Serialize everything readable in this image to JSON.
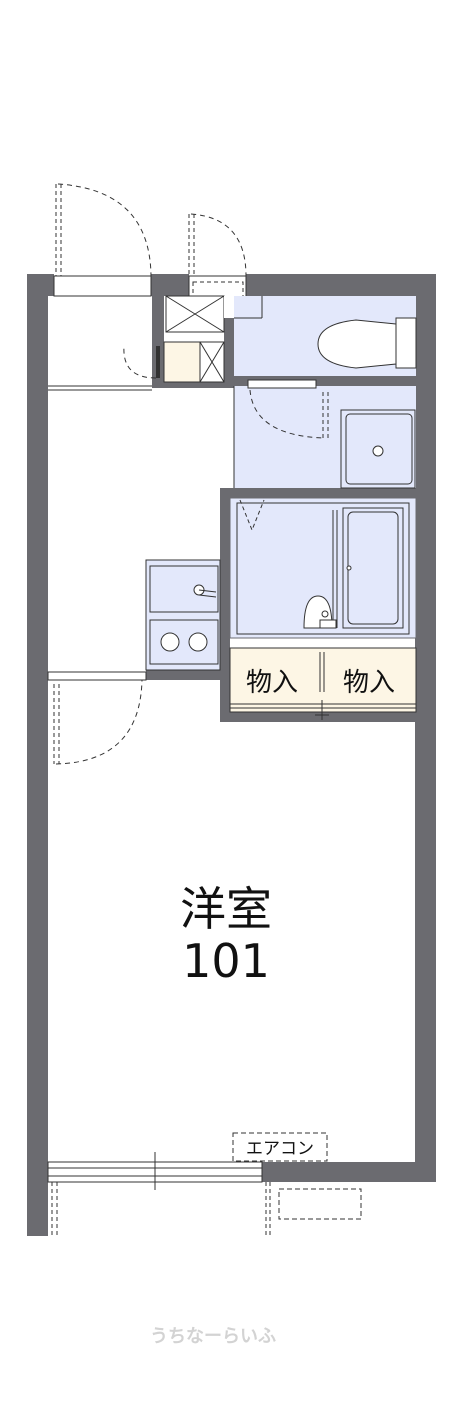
{
  "rooms": {
    "western_room_name": "洋室",
    "western_room_number": "101",
    "storage_left": "物入",
    "storage_right": "物入"
  },
  "annotations": {
    "air_conditioner": "エアコン"
  },
  "watermark": "うちなーらいふ",
  "colors": {
    "wall": "#6b6b70",
    "wet_area": "#e3e8fb",
    "storage": "#fdf6e5",
    "line": "#333333",
    "background": "#ffffff"
  }
}
